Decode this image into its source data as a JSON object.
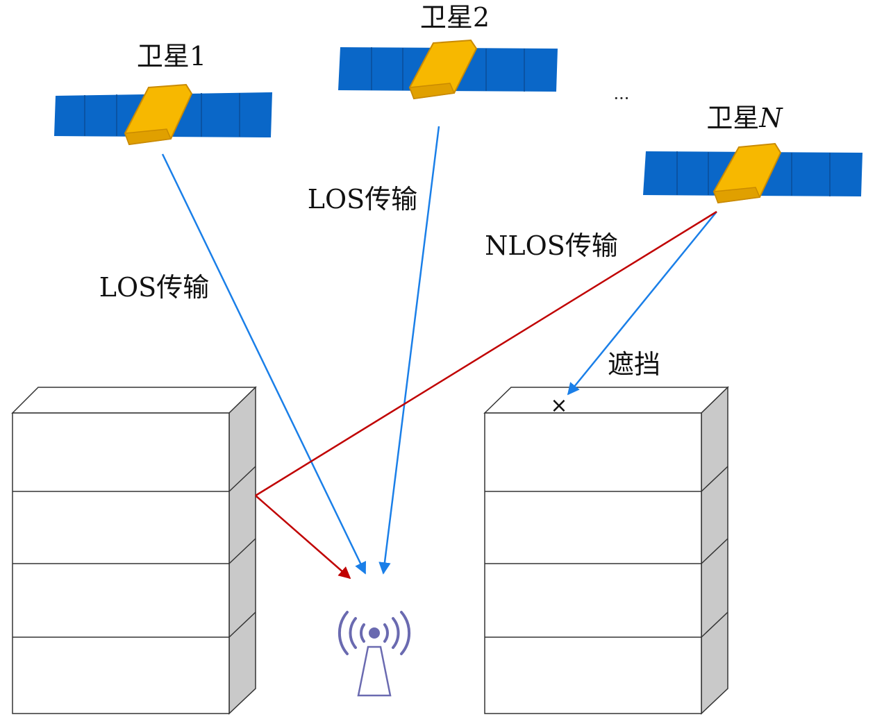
{
  "satellites": [
    {
      "id": "sat1",
      "label": "卫星1"
    },
    {
      "id": "sat2",
      "label": "卫星2"
    },
    {
      "id": "satN",
      "label_prefix": "卫星",
      "label_suffix": "N"
    }
  ],
  "ellipsis": "···",
  "links": {
    "los1": "LOS传输",
    "los2": "LOS传输",
    "nlos": "NLOS传输",
    "blocked": "遮挡"
  },
  "block_mark": "×",
  "colors": {
    "los": "#1a7fe8",
    "nlos": "#c00000",
    "panel": "#0a67c8",
    "body": "#f7b800",
    "tower": "#6a6ab0",
    "building_side": "#c9c9c9"
  }
}
